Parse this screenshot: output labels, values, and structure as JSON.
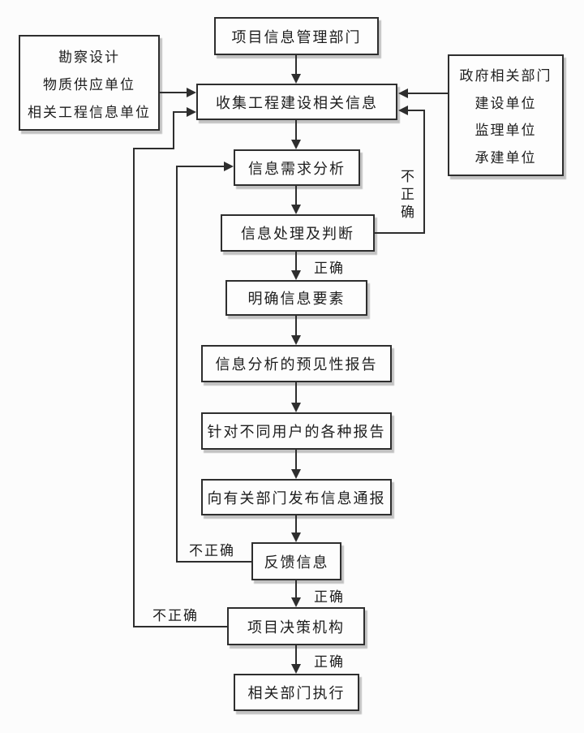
{
  "diagram": {
    "nodes": {
      "top_department": "项目信息管理部门",
      "collect": "收集工程建设相关信息",
      "demand_analysis": "信息需求分析",
      "processing_judgment": "信息处理及判断",
      "clarify_elements": "明确信息要素",
      "predictive_report": "信息分析的预见性报告",
      "user_reports": "针对不同用户的各种报告",
      "publish_bulletin": "向有关部门发布信息通报",
      "feedback": "反馈信息",
      "decision_body": "项目决策机构",
      "execution": "相关部门执行"
    },
    "left_sources": [
      "勘察设计",
      "物质供应单位",
      "相关工程信息单位"
    ],
    "right_sources": [
      "政府相关部门",
      "建设单位",
      "监理单位",
      "承建单位"
    ],
    "labels": {
      "correct": "正确",
      "incorrect": "不正确"
    },
    "colors": {
      "line": "#2e2e2e",
      "background": "#fcfcfc",
      "box_fill": "#fdfdfd",
      "text": "#1d1d1d"
    }
  }
}
